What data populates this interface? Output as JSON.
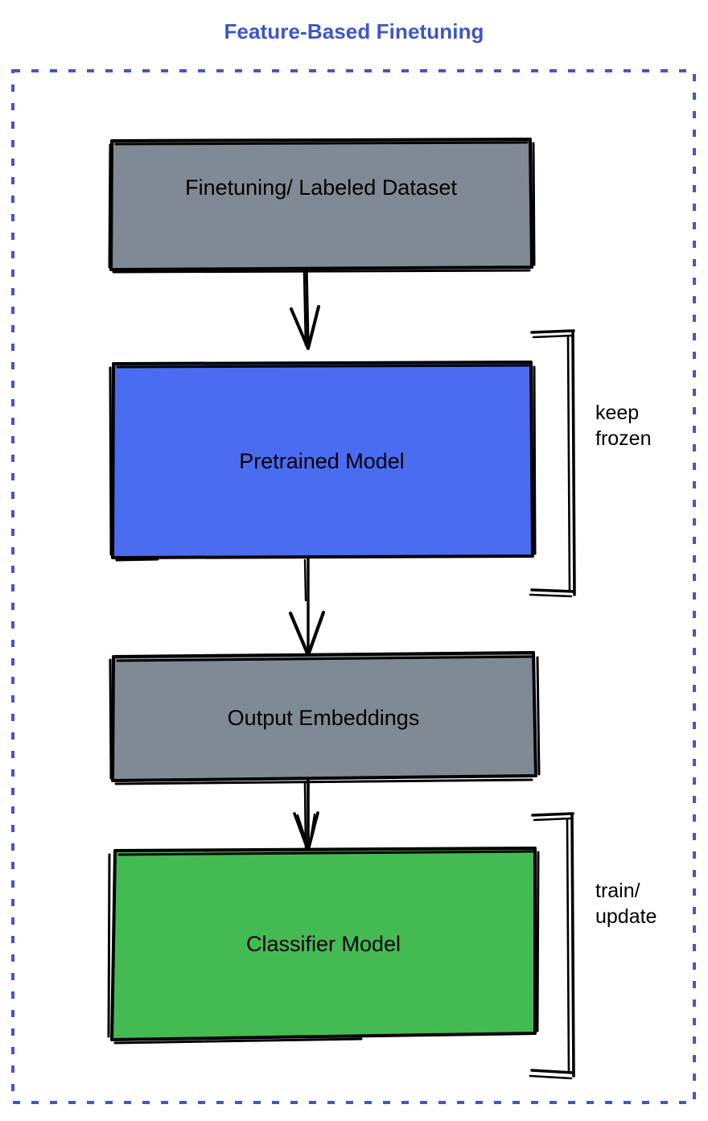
{
  "title": "Feature-Based Finetuning",
  "colors": {
    "title_blue": "#3f55c9",
    "dashed_border_blue": "#3f57cd",
    "gray_fill": "#808a94",
    "blue_fill": "#4a6cf0",
    "green_fill": "#44ba53",
    "stroke_black": "#000000",
    "background": "#ffffff"
  },
  "container": {
    "style": "dashed",
    "name": "feature-based-finetuning-container"
  },
  "nodes": [
    {
      "id": "dataset",
      "label": "Finetuning/ Labeled Dataset",
      "fill": "#808a94",
      "shape": "rectangle-sketchy"
    },
    {
      "id": "pretrained-model",
      "label": "Pretrained Model",
      "fill": "#4a6cf0",
      "shape": "rectangle-sketchy"
    },
    {
      "id": "output-embeddings",
      "label": "Output Embeddings",
      "fill": "#808a94",
      "shape": "rectangle-sketchy"
    },
    {
      "id": "classifier-model",
      "label": "Classifier Model",
      "fill": "#44ba53",
      "shape": "rectangle-sketchy"
    }
  ],
  "edges": [
    {
      "from": "dataset",
      "to": "pretrained-model",
      "style": "arrow-down"
    },
    {
      "from": "pretrained-model",
      "to": "output-embeddings",
      "style": "arrow-down"
    },
    {
      "from": "output-embeddings",
      "to": "classifier-model",
      "style": "arrow-down"
    }
  ],
  "annotations": [
    {
      "id": "keep-frozen",
      "text": "keep\nfrozen",
      "target": "pretrained-model",
      "bracket": true
    },
    {
      "id": "train-update",
      "text": "train/\nupdate",
      "target": "classifier-model",
      "bracket": true
    }
  ],
  "chart_data": {
    "type": "diagram",
    "title": "Feature-Based Finetuning",
    "flow": [
      "Finetuning/ Labeled Dataset",
      "Pretrained Model",
      "Output Embeddings",
      "Classifier Model"
    ],
    "notes": [
      "keep frozen",
      "train/ update"
    ]
  }
}
